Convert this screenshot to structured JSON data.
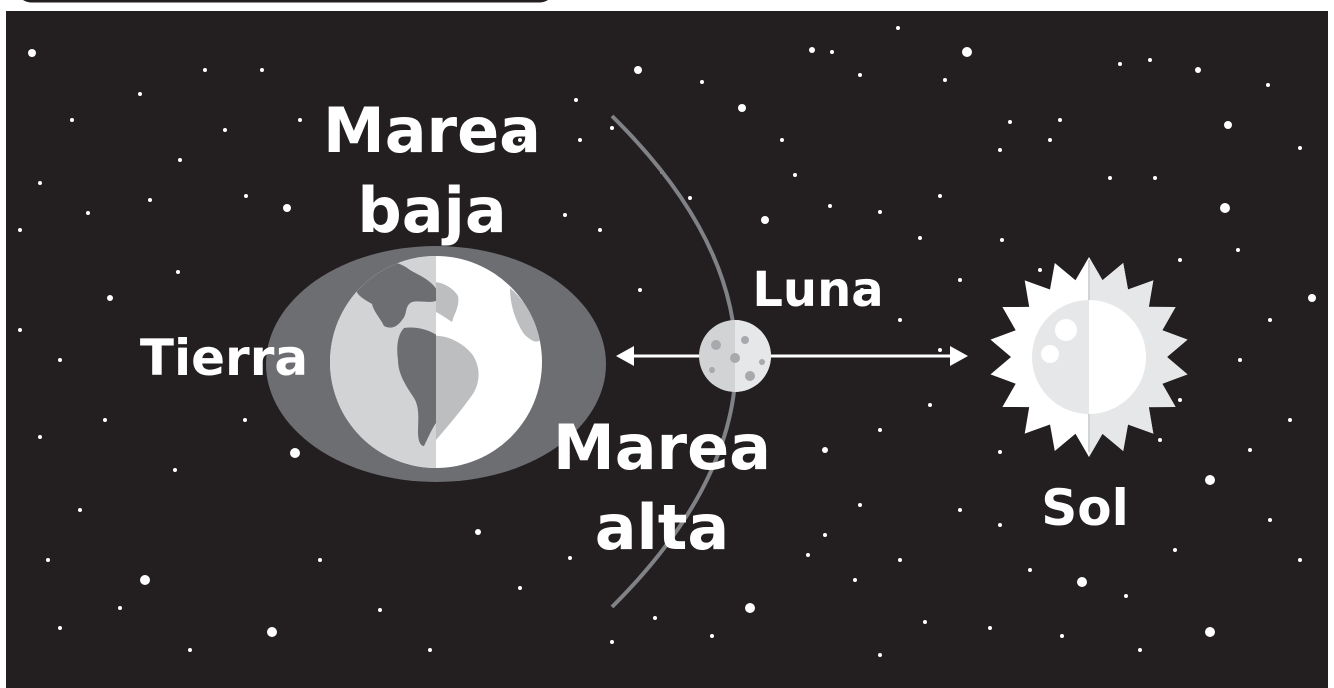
{
  "labels": {
    "low_tide_line1": "Marea",
    "low_tide_line2": "baja",
    "high_tide_line1": "Marea",
    "high_tide_line2": "alta",
    "earth": "Tierra",
    "moon": "Luna",
    "sun": "Sol"
  },
  "colors": {
    "space_background": "#231f20",
    "frame": "#ffffff",
    "tide_bulge": "#6d6e71",
    "earth_lit": "#ffffff",
    "earth_dark": "#d1d3d4",
    "continents_dark": "#6d6e71",
    "continents_lit": "#bcbec0",
    "moon_orbit": "#808285",
    "arrows": "#ffffff",
    "sun_lit": "#ffffff",
    "sun_shadow": "#e6e7e8",
    "stars": "#ffffff"
  },
  "icons": {
    "earth": "earth-icon",
    "moon": "moon-icon",
    "sun": "sun-icon"
  }
}
